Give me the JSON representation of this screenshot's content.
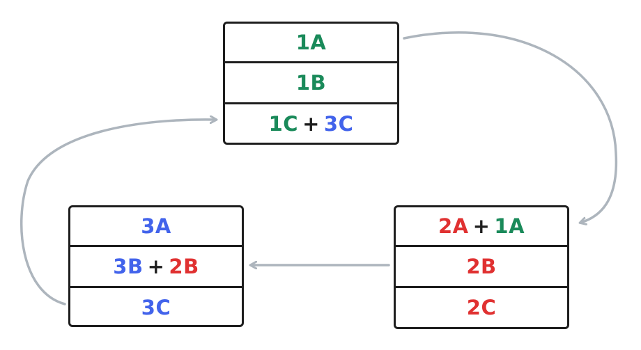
{
  "colors": {
    "group1": "#1a8a5a",
    "group2": "#e03131",
    "group3": "#4263eb",
    "outline": "#1e1e1e",
    "arrow": "#adb5bd"
  },
  "box1": {
    "row1": {
      "text": "1A"
    },
    "row2": {
      "text": "1B"
    },
    "row3": {
      "left": "1C",
      "plus": "+",
      "right": "3C"
    }
  },
  "box2": {
    "row1": {
      "left": "2A",
      "plus": "+",
      "right": "1A"
    },
    "row2": {
      "text": "2B"
    },
    "row3": {
      "text": "2C"
    }
  },
  "box3": {
    "row1": {
      "text": "3A"
    },
    "row2": {
      "left": "3B",
      "plus": "+",
      "right": "2B"
    },
    "row3": {
      "text": "3C"
    }
  }
}
